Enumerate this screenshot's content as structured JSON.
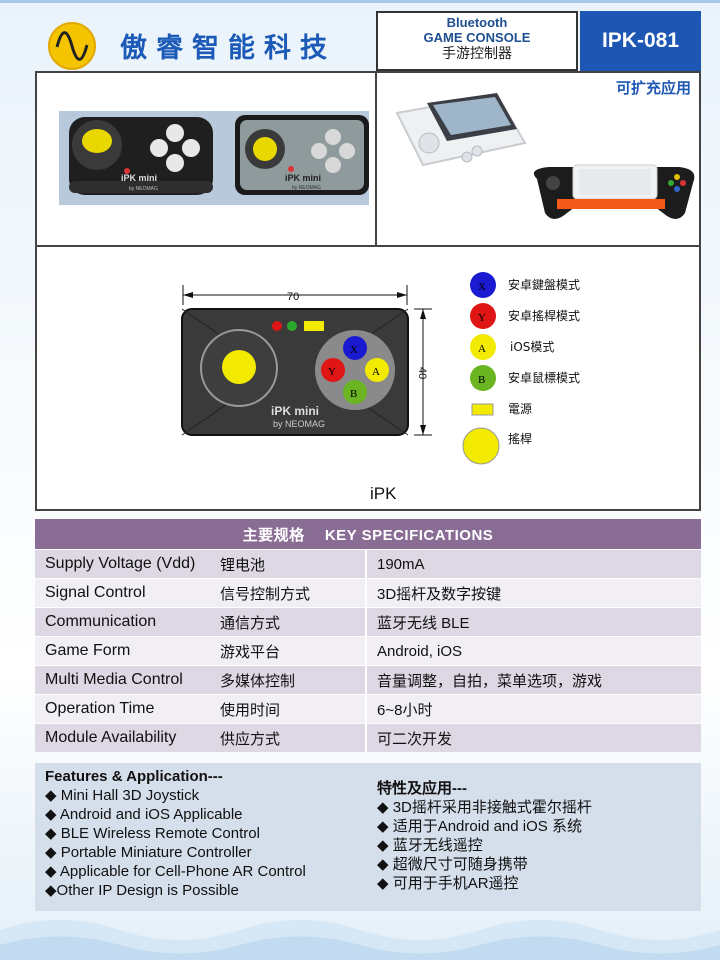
{
  "header": {
    "company": "傲睿智能科技",
    "product_line1": "Bluetooth",
    "product_line2": "GAME CONSOLE",
    "product_line3": "手游控制器",
    "model": "IPK-081"
  },
  "photos": {
    "device_label": "iPK mini",
    "device_sub": "by NEOMAG",
    "expand_label": "可扩充应用"
  },
  "diagram": {
    "width_dim": "70",
    "height_dim": "40",
    "device_label": "iPK mini",
    "device_sub": "by NEOMAG",
    "caption": "iPK",
    "buttons": {
      "x": "X",
      "y": "Y",
      "a": "A",
      "b": "B"
    },
    "legend": [
      {
        "symbol": "X",
        "label": "安卓鍵盤模式",
        "color": "#1a1ad0"
      },
      {
        "symbol": "Y",
        "label": "安卓搖桿模式",
        "color": "#e01515"
      },
      {
        "symbol": "A",
        "label": "iOS模式",
        "color": "#f2ea00"
      },
      {
        "symbol": "B",
        "label": "安卓鼠標模式",
        "color": "#6ab521"
      },
      {
        "symbol": "",
        "label": "電源",
        "color": "#f2ea00"
      },
      {
        "symbol": "",
        "label": "搖桿",
        "color": "#f2ea00"
      }
    ]
  },
  "specs": {
    "heading": "主要规格　 KEY SPECIFICATIONS",
    "rows": [
      {
        "en": "Supply Voltage (Vdd)",
        "cn": "锂电池",
        "value": "190mA"
      },
      {
        "en": "Signal Control",
        "cn": "信号控制方式",
        "value": "3D摇杆及数字按键"
      },
      {
        "en": "Communication",
        "cn": "通信方式",
        "value": "蓝牙无线 BLE"
      },
      {
        "en": "Game Form",
        "cn": "游戏平台",
        "value": "Android, iOS"
      },
      {
        "en": "Multi Media Control",
        "cn": "多媒体控制",
        "value": "音量调整，自拍，菜单选项，游戏"
      },
      {
        "en": "Operation Time",
        "cn": "使用时间",
        "value": "6~8小时"
      },
      {
        "en": "Module Availability",
        "cn": "供应方式",
        "value": "可二次开发"
      }
    ]
  },
  "features": {
    "en_title": "Features & Application---",
    "en_items": [
      "◆ Mini Hall 3D Joystick",
      "◆ Android and iOS  Applicable",
      "◆ BLE Wireless Remote Control",
      "◆ Portable Miniature Controller",
      "◆ Applicable for Cell-Phone AR Control",
      "◆Other IP Design is Possible"
    ],
    "cn_title": "特性及应用---",
    "cn_items": [
      "◆ 3D摇杆采用非接触式霍尔摇杆",
      "◆ 适用于Android and iOS 系统",
      "◆ 蓝牙无线遥控",
      "◆ 超微尺寸可随身携带",
      "◆ 可用于手机AR遥控"
    ]
  }
}
